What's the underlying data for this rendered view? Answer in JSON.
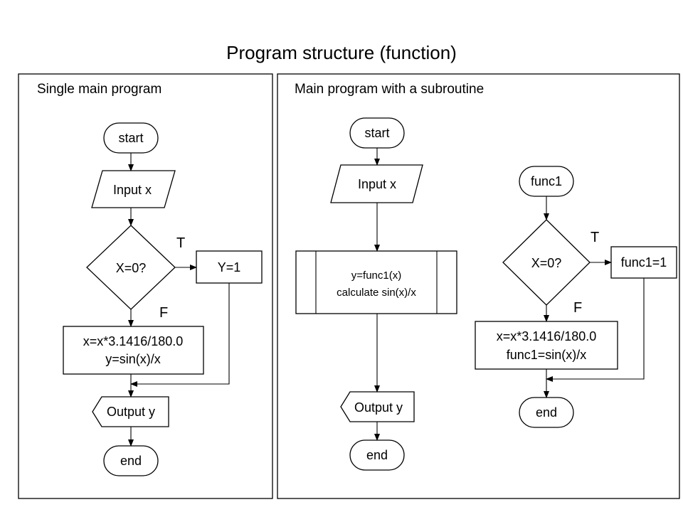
{
  "title": "Program structure (function)",
  "left_panel": {
    "heading": "Single main program",
    "start": "start",
    "input": "Input x",
    "decision": "X=0?",
    "true_label": "T",
    "false_label": "F",
    "true_box": "Y=1",
    "process_line1": "x=x*3.1416/180.0",
    "process_line2": "y=sin(x)/x",
    "output": "Output y",
    "end": "end"
  },
  "right_panel": {
    "heading": "Main program with a subroutine",
    "main": {
      "start": "start",
      "input": "Input x",
      "call_line1": "y=func1(x)",
      "call_line2": "calculate sin(x)/x",
      "output": "Output y",
      "end": "end"
    },
    "subroutine": {
      "name": "func1",
      "decision": "X=0?",
      "true_label": "T",
      "false_label": "F",
      "true_box": "func1=1",
      "process_line1": "x=x*3.1416/180.0",
      "process_line2": "func1=sin(x)/x",
      "end": "end"
    }
  }
}
